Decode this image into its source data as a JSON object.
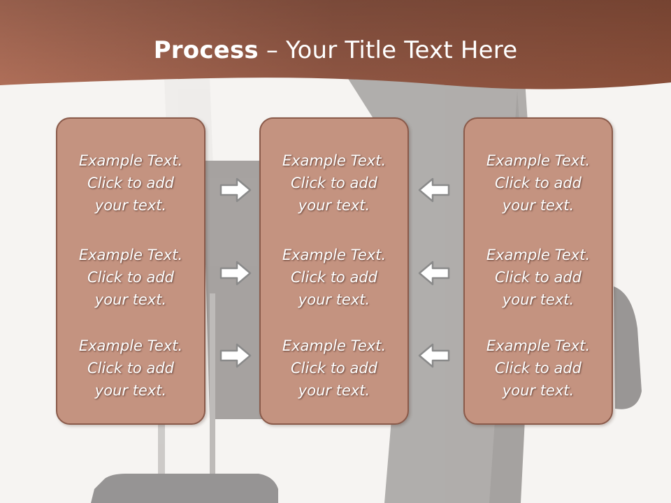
{
  "slide": {
    "title_bold": "Process",
    "title_rest": " – Your Title Text Here",
    "colors": {
      "banner": "#9c5a42",
      "box_fill": "#c49380",
      "box_border": "#8a5a4a",
      "arrow_fill": "#ffffff",
      "arrow_stroke": "#8a8a8a"
    },
    "columns": [
      {
        "items": [
          {
            "line1": "Example Text.",
            "line2": "Click  to add",
            "line3": "your text."
          },
          {
            "line1": "Example Text.",
            "line2": "Click  to add",
            "line3": "your text."
          },
          {
            "line1": "Example Text.",
            "line2": "Click  to add",
            "line3": "your text."
          }
        ]
      },
      {
        "items": [
          {
            "line1": "Example Text.",
            "line2": "Click  to add",
            "line3": "your text."
          },
          {
            "line1": "Example Text.",
            "line2": "Click  to add",
            "line3": "your text."
          },
          {
            "line1": "Example Text.",
            "line2": "Click  to add",
            "line3": "your text."
          }
        ]
      },
      {
        "items": [
          {
            "line1": "Example Text.",
            "line2": "Click  to add",
            "line3": "your text."
          },
          {
            "line1": "Example Text.",
            "line2": "Click  to add",
            "line3": "your text."
          },
          {
            "line1": "Example Text.",
            "line2": "Click  to add",
            "line3": "your text."
          }
        ]
      }
    ],
    "arrow_icons": [
      "arrow-right-icon",
      "arrow-left-icon"
    ]
  }
}
